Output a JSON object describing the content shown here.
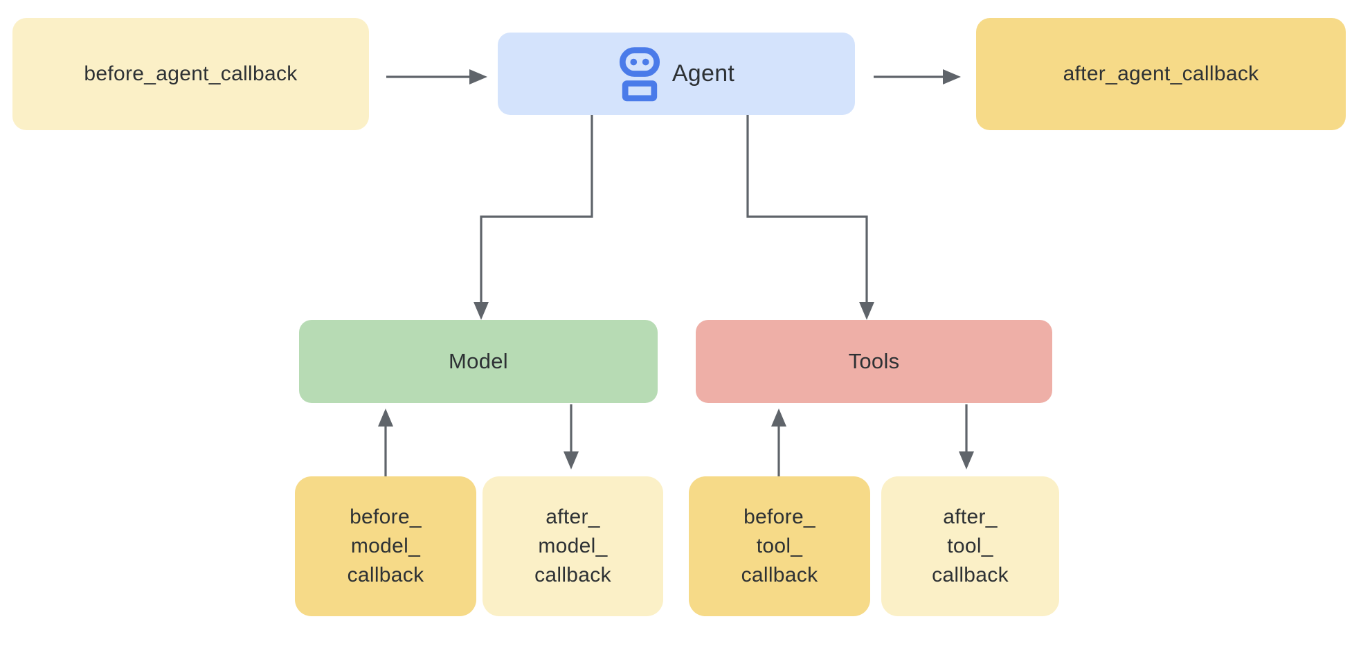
{
  "diagram": {
    "title": "Agent callbacks diagram",
    "nodes": {
      "before_agent_callback": {
        "label": "before_agent_callback"
      },
      "agent": {
        "label": "Agent",
        "icon": "robot-icon"
      },
      "after_agent_callback": {
        "label": "after_agent_callback"
      },
      "model": {
        "label": "Model"
      },
      "tools": {
        "label": "Tools"
      },
      "before_model_callback": {
        "lines": [
          "before_",
          "model_",
          "callback"
        ]
      },
      "after_model_callback": {
        "lines": [
          "after_",
          "model_",
          "callback"
        ]
      },
      "before_tool_callback": {
        "lines": [
          "before_",
          "tool_",
          "callback"
        ]
      },
      "after_tool_callback": {
        "lines": [
          "after_",
          "tool_",
          "callback"
        ]
      }
    },
    "edges": [
      {
        "from": "before_agent_callback",
        "to": "agent"
      },
      {
        "from": "agent",
        "to": "after_agent_callback"
      },
      {
        "from": "agent",
        "to": "model"
      },
      {
        "from": "agent",
        "to": "tools"
      },
      {
        "from": "before_model_callback",
        "to": "model"
      },
      {
        "from": "model",
        "to": "after_model_callback"
      },
      {
        "from": "before_tool_callback",
        "to": "tools"
      },
      {
        "from": "tools",
        "to": "after_tool_callback"
      }
    ],
    "colors": {
      "agent_fill": "#d4e3fc",
      "robot_icon": "#4a7be9",
      "pale_yellow_fill": "#fbf0c7",
      "golden_yellow_fill": "#f6da88",
      "model_fill": "#b7dbb4",
      "tools_fill": "#eeafa7",
      "arrow": "#5f646a",
      "text": "#2d3134"
    }
  }
}
